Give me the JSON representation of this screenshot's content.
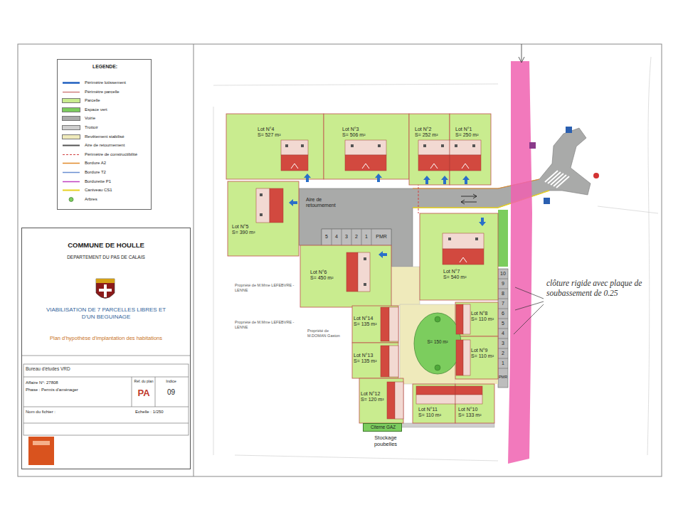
{
  "diagram": {
    "nodes": [
      {
        "text": [
          "LEGENDE:"
        ]
      },
      {
        "text": [
          "Lot N°4",
          "S= 527 m²"
        ]
      },
      {
        "text": [
          "Lot N°3",
          "S= 506 m²"
        ]
      },
      {
        "text": [
          "Lot N°2",
          "S= 252 m²"
        ]
      },
      {
        "text": [
          "Lot N°1",
          "S= 250 m²"
        ]
      },
      {
        "text": [
          "Lot N°5",
          "S= 390 m²"
        ]
      },
      {
        "text": [
          "Aire de retournement"
        ]
      },
      {
        "text": [
          "COMMUNE DE HOULLE",
          "DEPARTEMENT DU PAS DE CALAIS",
          "VIABILISATION DE 7 PARCELLES LIBRES ET D'UN BEGUINAGE",
          "Plan d'hypothèse d'implantation des habitations"
        ]
      },
      {
        "text": [
          "Lot N°6",
          "S= 450 m²"
        ]
      },
      {
        "text": [
          "Lot N°7",
          "S= 540 m²"
        ]
      },
      {
        "text": [
          "Lot N°14",
          "S= 135 m²"
        ]
      },
      {
        "text": [
          "S= 150 m²"
        ]
      },
      {
        "text": [
          "Lot N°8",
          "S= 110 m²"
        ]
      },
      {
        "text": [
          "Lot N°13",
          "S= 135 m²"
        ]
      },
      {
        "text": [
          "Lot N°9",
          "S= 110 m²"
        ]
      },
      {
        "text": [
          "Lot N°12",
          "S= 120 m²"
        ]
      },
      {
        "text": [
          "Lot N°11",
          "S= 110 m²"
        ]
      },
      {
        "text": [
          "Lot N°10",
          "S= 133 m²"
        ]
      },
      {
        "text": [
          "Citerne GAZ"
        ]
      }
    ],
    "labels": [
      "clôture rigide avec plaque de soubassement de 0.25",
      "Propriété de M.Mme LEFEBVRE - LENNE",
      "Propriété de M.Mme LEFEBVRE - LENNE",
      "Propriété de M.DOMAN Gaston",
      "5",
      "4",
      "3",
      "2",
      "1",
      "PMR",
      "10",
      "9",
      "8",
      "7",
      "6",
      "5",
      "4",
      "3",
      "2",
      "1",
      "PMR",
      "Stockage poubelles",
      "Bureau d'études VRD",
      "Affaire N°: 27808",
      "Phase : Permis d'aménager",
      "Réf. du plan",
      "PA",
      "Indice",
      "09",
      "Nom du fichier :",
      "Echelle : 1/250"
    ],
    "legend": [
      {
        "text": "Périmètre lotissement"
      },
      {
        "text": "Périmètre parcelle"
      },
      {
        "text": "Parcelle",
        "color": "#c9ec8f"
      },
      {
        "text": "Espace vert",
        "color": "#7ccd5e"
      },
      {
        "text": "Voirie",
        "color": "#a9aaa9"
      },
      {
        "text": "Trottoir",
        "color": "#cfcfcf"
      },
      {
        "text": "Revêtement stabilisé",
        "color": "#efeabb"
      },
      {
        "text": "Aire de retournement"
      },
      {
        "text": "Périmètre de constructibilité"
      },
      {
        "text": "Bordure A2"
      },
      {
        "text": "Bordure T2"
      },
      {
        "text": "Bordurette P1"
      },
      {
        "text": "Caniveau CS1"
      },
      {
        "text": "Arbres"
      }
    ]
  }
}
